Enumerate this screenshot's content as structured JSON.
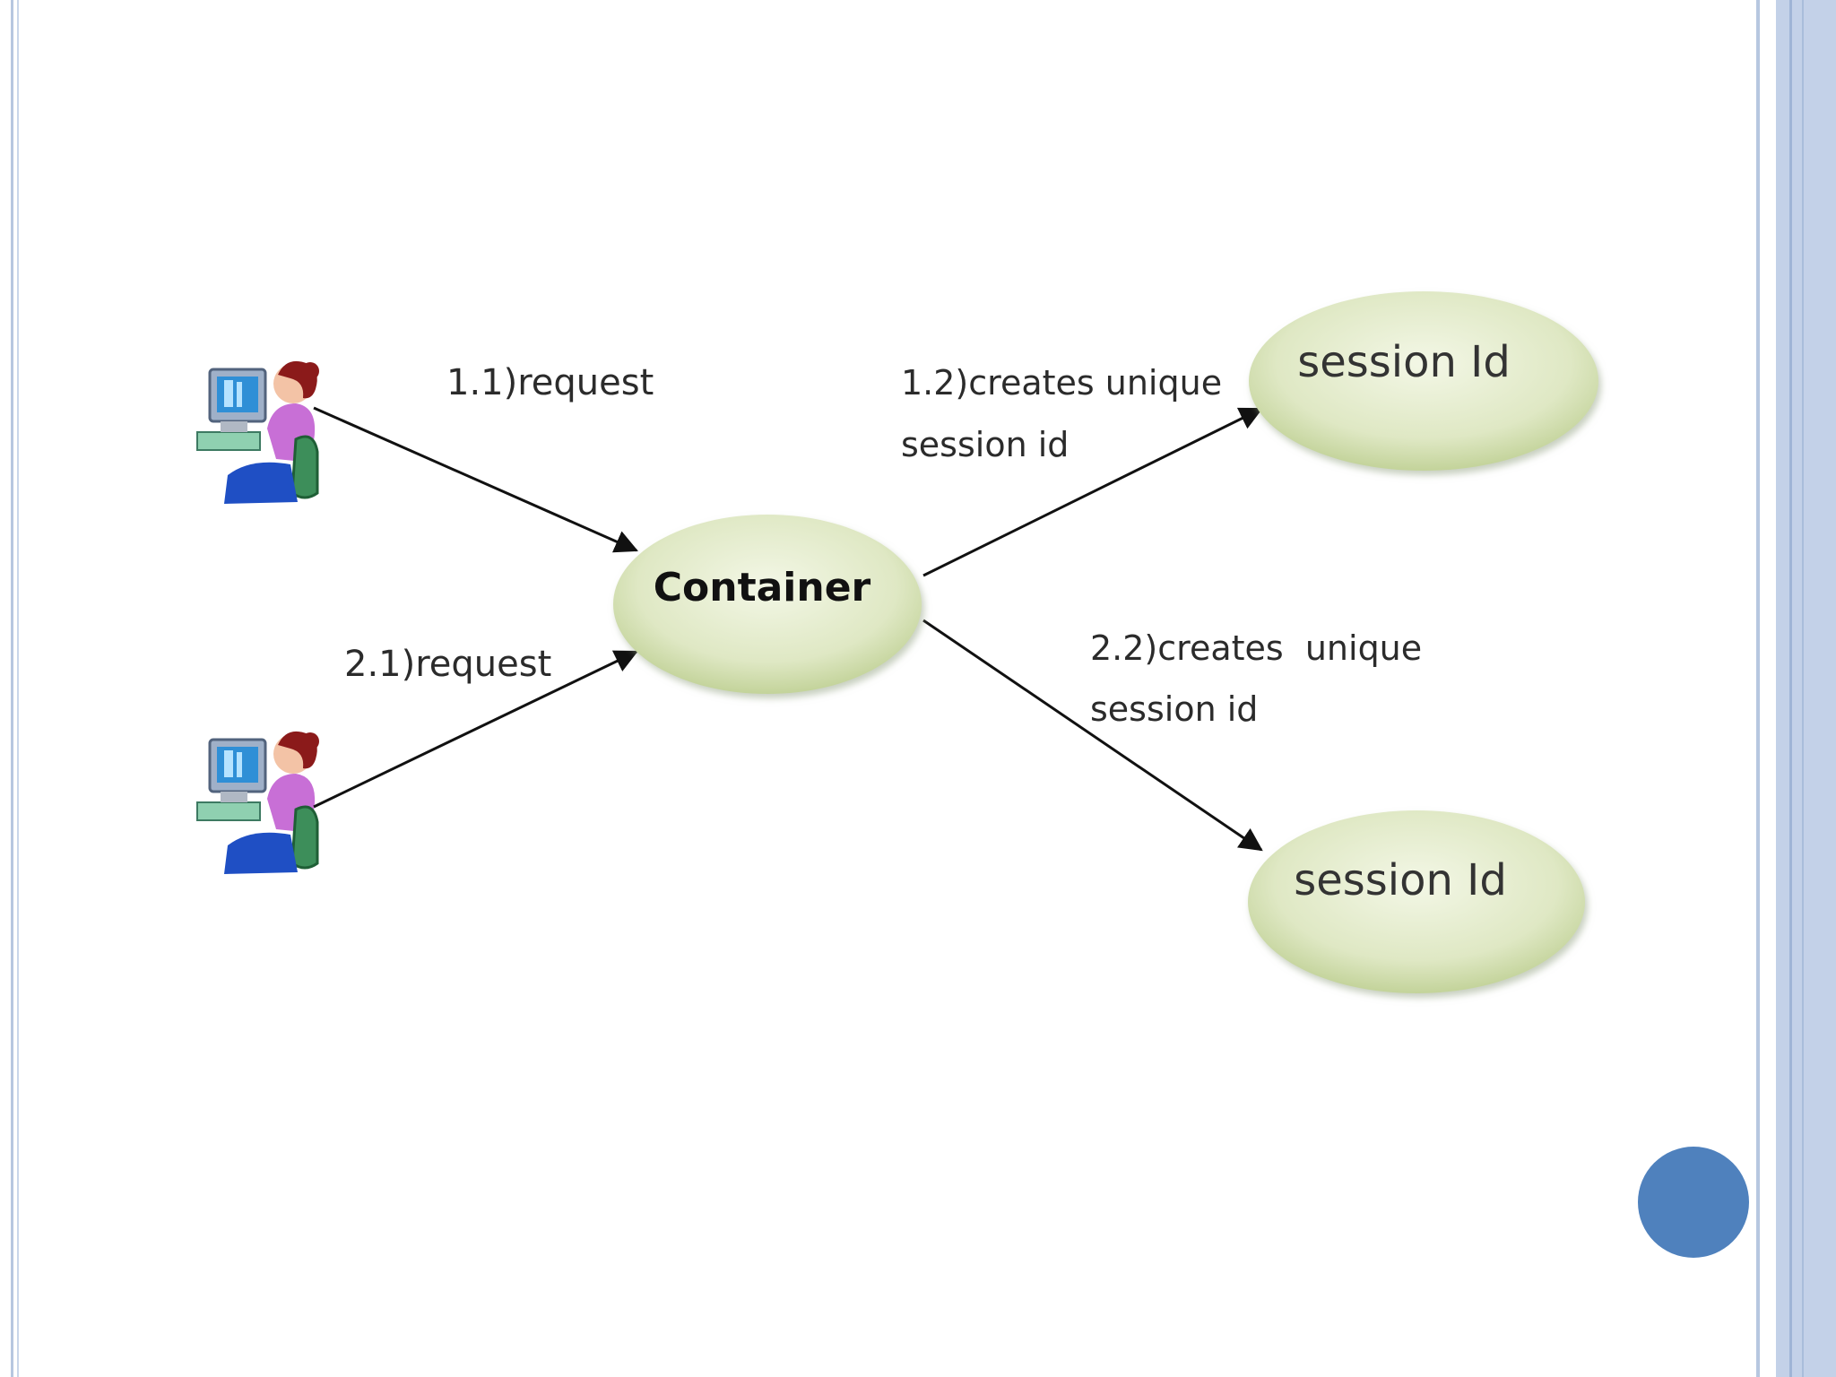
{
  "diagram": {
    "nodes": {
      "container": "Container",
      "session_top": "session Id",
      "session_bottom": "session Id"
    },
    "edges": {
      "user1_request": "1.1)request",
      "user2_request": "2.1)request",
      "create_top_line1": "1.2)creates unique",
      "create_top_line2": "session id",
      "create_bottom_line1": "2.2)creates  unique",
      "create_bottom_line2": "session id"
    },
    "icons": {
      "user1": "user-at-computer-icon",
      "user2": "user-at-computer-icon"
    }
  },
  "colors": {
    "ellipse_fill_center": "#eef3dc",
    "ellipse_fill_edge": "#c6d6a0",
    "accent_circle": "#4f81bd",
    "border": "#b7c7e0"
  }
}
